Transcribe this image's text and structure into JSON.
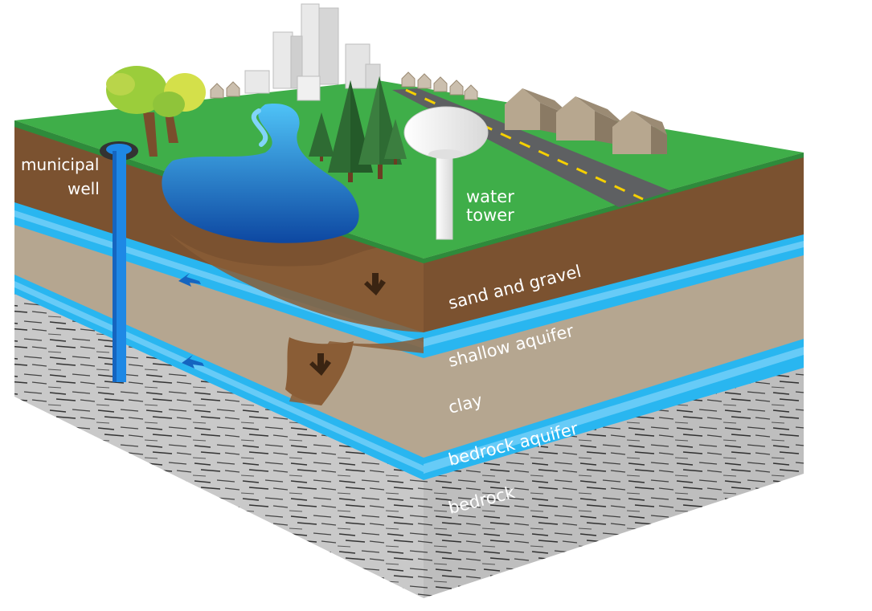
{
  "labels": {
    "municipal_well": [
      "municipal",
      "well"
    ],
    "water_tower": [
      "water",
      "tower"
    ],
    "sand_and_gravel": "sand and gravel",
    "shallow_aquifer": "shallow aquifer",
    "clay": "clay",
    "bedrock_aquifer": "bedrock aquifer",
    "bedrock": "bedrock"
  },
  "colors": {
    "grass": "#3fae49",
    "sand_gravel": "#7b5230",
    "aquifer": "#29b6f0",
    "clay": "#b5a690",
    "bedrock": "#c8c8c8",
    "lake": "#1f8fd8",
    "road": "#5e6062",
    "tree_dark": "#2e6b33",
    "tree_light": "#b9d54a",
    "house": "#9b8b74"
  }
}
